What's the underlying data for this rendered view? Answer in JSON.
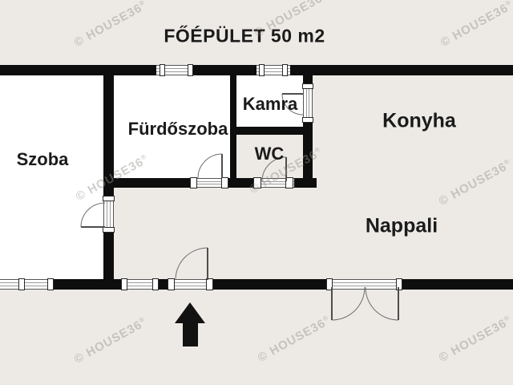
{
  "title": "FŐÉPÜLET 50 m2",
  "rooms": {
    "szoba": "Szoba",
    "furdoszoba": "Fürdőszoba",
    "kamra": "Kamra",
    "wc": "WC",
    "konyha": "Konyha",
    "nappali": "Nappali"
  },
  "watermark": {
    "text": "© HOUSE36",
    "reg": "®"
  },
  "colors": {
    "background": "#edeae6",
    "room_fill": "#ffffff",
    "wall": "#0e0e0e",
    "label": "#1b1b1b",
    "watermark": "#96928b"
  }
}
